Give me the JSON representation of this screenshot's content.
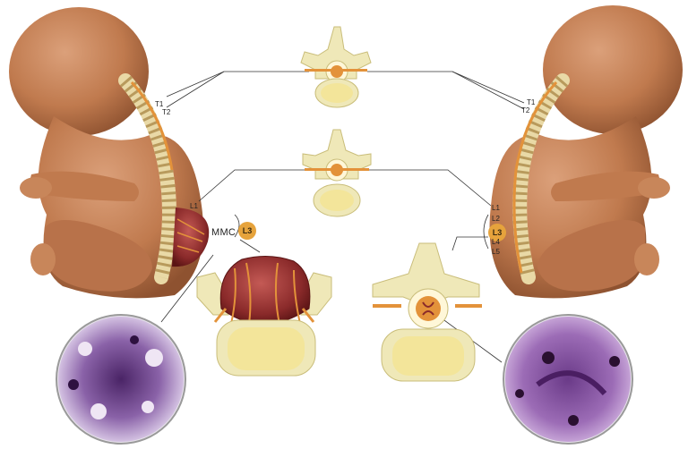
{
  "labels": {
    "left_t1": "T1",
    "left_t2": "T2",
    "left_l1": "L1",
    "mmc": "MMC",
    "left_l3": "L3",
    "right_t1": "T1",
    "right_t2": "T2",
    "right_l1": "L1",
    "right_l2": "L2",
    "right_l3": "L3",
    "right_l4": "L4",
    "right_l5": "L5"
  },
  "colors": {
    "skin": "#c8865a",
    "skin_shadow": "#9e5f3a",
    "vertebra": "#efe8b8",
    "vertebra_edge": "#c9bd7a",
    "cord": "#e3923a",
    "lesion": "#8a2a2a",
    "histology": "#7a4e94",
    "badge": "#e6a33c"
  },
  "icons": [
    "fetus-left",
    "fetus-right",
    "vertebra-thoracic",
    "vertebra-lumbar",
    "myelomeningocele-section",
    "normal-spine-section",
    "histology-lesion",
    "histology-normal"
  ]
}
